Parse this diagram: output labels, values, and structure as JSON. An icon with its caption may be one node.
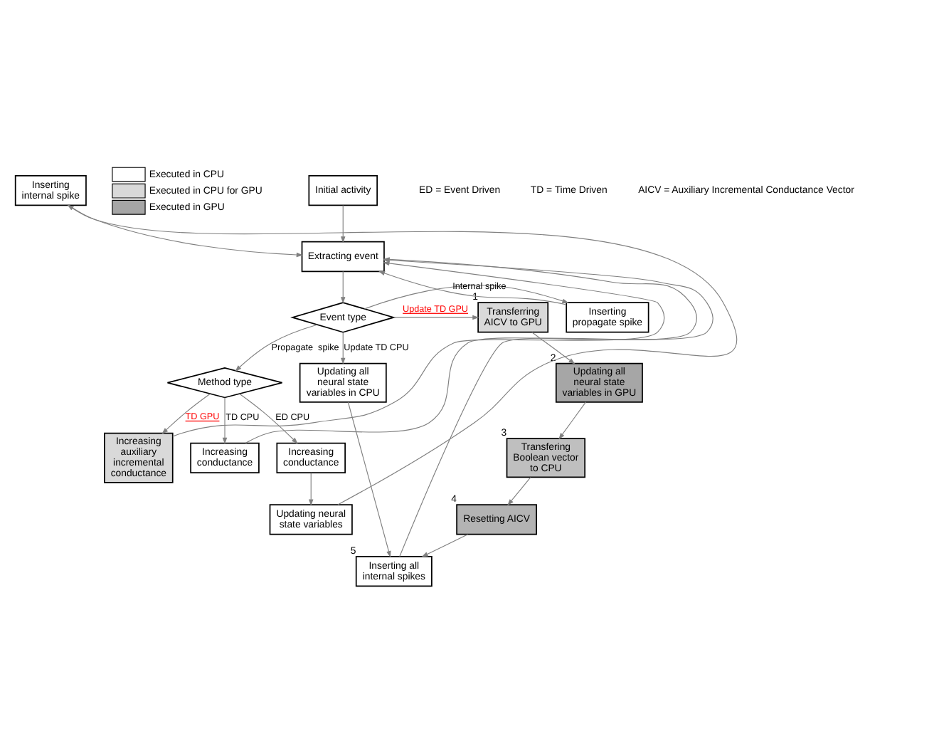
{
  "diagram": {
    "nodes": [
      {
        "text": [
          "Initial activity"
        ]
      },
      {
        "text": [
          "Extracting event"
        ]
      },
      {
        "text": [
          "Event type"
        ]
      },
      {
        "text": [
          "Inserting propagate spike"
        ]
      },
      {
        "text": [
          "Transferring AICV to GPU"
        ],
        "beside": [
          "1"
        ]
      },
      {
        "text": [
          "Method type"
        ]
      },
      {
        "text": [
          "Updating all neural state variables in CPU"
        ]
      },
      {
        "text": [
          "Updating all neural state variables in GPU"
        ],
        "beside": [
          "2"
        ]
      },
      {
        "text": [
          "Increasing auxiliary incremental conductance"
        ]
      },
      {
        "text": [
          "Increasing conductance"
        ]
      },
      {
        "text": [
          "Increasing conductance"
        ]
      },
      {
        "text": [
          "Transfering Boolean vector to CPU"
        ],
        "beside": [
          "3"
        ]
      },
      {
        "text": [
          "Resetting AICV"
        ],
        "beside": [
          "4"
        ]
      },
      {
        "text": [
          "Updating neural state variables"
        ]
      },
      {
        "text": [
          "Inserting internal spike"
        ]
      },
      {
        "text": [
          "Inserting all internal spikes"
        ],
        "beside": [
          "5"
        ]
      }
    ],
    "edges": [
      {
        "from": 0,
        "to": 1,
        "arrow": "to"
      },
      {
        "from": 1,
        "to": 2,
        "arrow": "to"
      },
      {
        "from": 2,
        "to": 3,
        "arrow": "to",
        "label": "Internal spike"
      },
      {
        "from": 2,
        "to": 4,
        "arrow": "to",
        "label": "Update TD GPU"
      },
      {
        "from": 2,
        "to": 5,
        "arrow": "to",
        "label": "Propagate  spike"
      },
      {
        "from": 2,
        "to": 6,
        "arrow": "to",
        "label": "Update TD CPU"
      },
      {
        "from": 3,
        "to": 1,
        "arrow": "to"
      },
      {
        "from": 4,
        "to": 7,
        "arrow": "to"
      },
      {
        "from": 5,
        "to": 8,
        "arrow": "to",
        "label": "TD GPU"
      },
      {
        "from": 5,
        "to": 9,
        "arrow": "to",
        "label": "TD CPU"
      },
      {
        "from": 5,
        "to": 10,
        "arrow": "to",
        "label": "ED CPU"
      },
      {
        "from": 7,
        "to": 11,
        "arrow": "to"
      },
      {
        "from": 11,
        "to": 12,
        "arrow": "to"
      },
      {
        "from": 10,
        "to": 13,
        "arrow": "to"
      },
      {
        "from": 8,
        "to": 1,
        "arrow": "to"
      },
      {
        "from": 9,
        "to": 1,
        "arrow": "to"
      },
      {
        "from": 13,
        "to": 14,
        "arrow": "to"
      },
      {
        "from": 14,
        "to": 1,
        "arrow": "to"
      },
      {
        "from": 6,
        "to": 15,
        "arrow": "to"
      },
      {
        "from": 12,
        "to": 15,
        "arrow": "to"
      },
      {
        "from": 15,
        "to": 1,
        "arrow": "to"
      }
    ],
    "labels": [
      "ED = Event Driven",
      "TD = Time Driven",
      "AICV = Auxiliary Incremental Conductance Vector"
    ],
    "legend": [
      {
        "text": "Executed in CPU",
        "color": "#ffffff"
      },
      {
        "text": "Executed in CPU for GPU",
        "color": "#d9d9d9"
      },
      {
        "text": "Executed in GPU",
        "color": "#a6a6a6"
      }
    ]
  }
}
